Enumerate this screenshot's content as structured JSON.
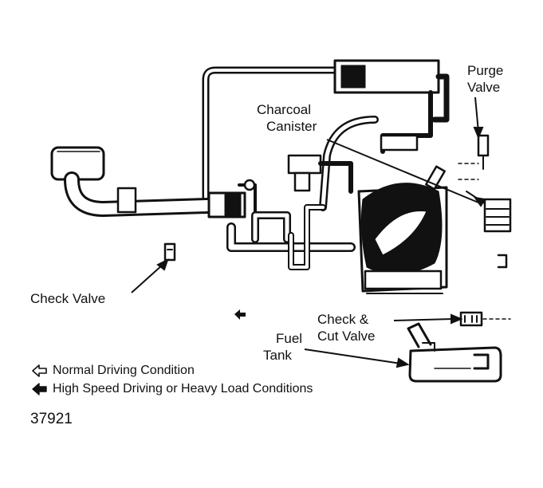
{
  "labels": {
    "purge_valve": [
      "Purge",
      "Valve"
    ],
    "charcoal_canister": [
      "Charcoal",
      "Canister"
    ],
    "check_valve": "Check Valve",
    "check_cut_valve": [
      "Check &",
      "Cut Valve"
    ],
    "fuel_tank": [
      "Fuel",
      "Tank"
    ]
  },
  "legend": {
    "normal": {
      "text": "Normal Driving Condition",
      "icon": "outline-arrow-icon"
    },
    "high_speed": {
      "text": "High Speed Driving or Heavy Load Conditions",
      "icon": "solid-arrow-icon"
    }
  },
  "figure_number": "37921",
  "colors": {
    "ink": "#111111",
    "paper": "#ffffff"
  }
}
